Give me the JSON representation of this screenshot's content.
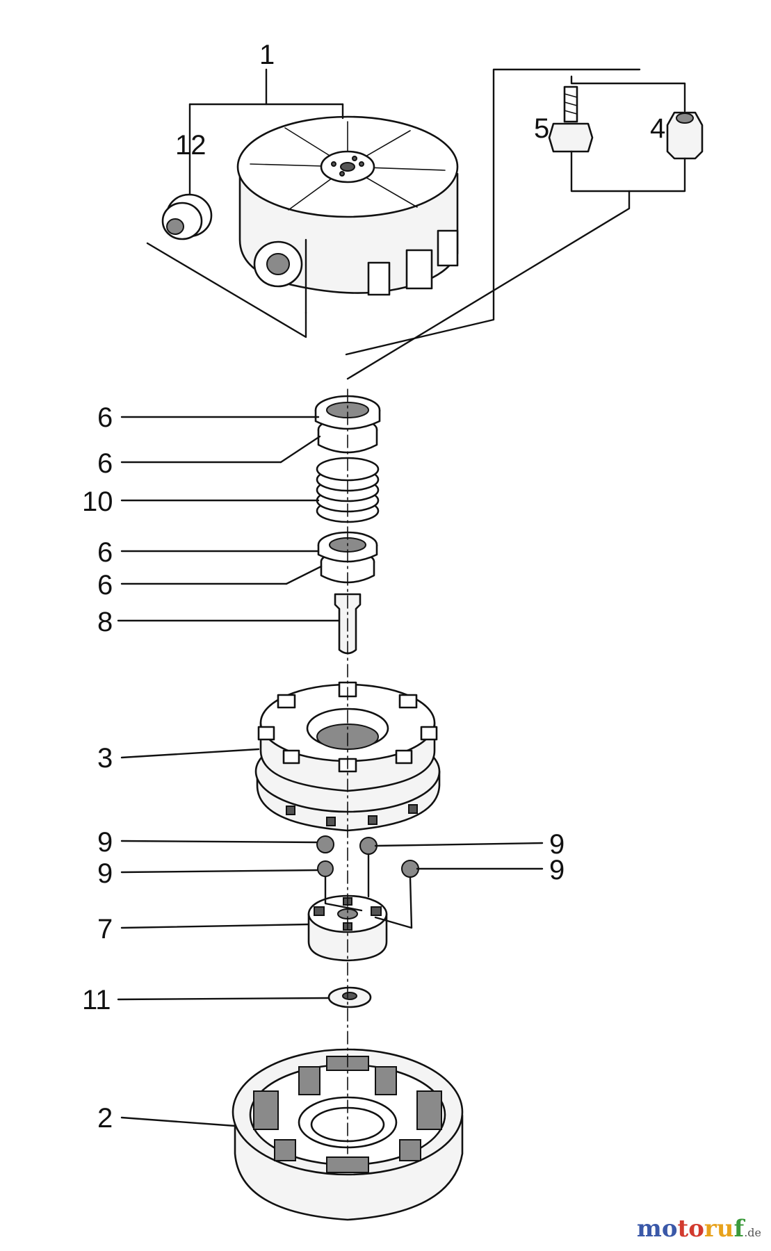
{
  "labels": {
    "l1": "1",
    "l12": "12",
    "l5": "5",
    "l4": "4",
    "l6a": "6",
    "l6b": "6",
    "l10": "10",
    "l6c": "6",
    "l6d": "6",
    "l8": "8",
    "l3": "3",
    "l9a": "9",
    "l9b": "9",
    "l9c": "9",
    "l9d": "9",
    "l7": "7",
    "l11": "11",
    "l2": "2"
  },
  "watermark": {
    "p1": "mo",
    "p2": "to",
    "p3": "ru",
    "p4": "f",
    "suffix": ".de"
  }
}
